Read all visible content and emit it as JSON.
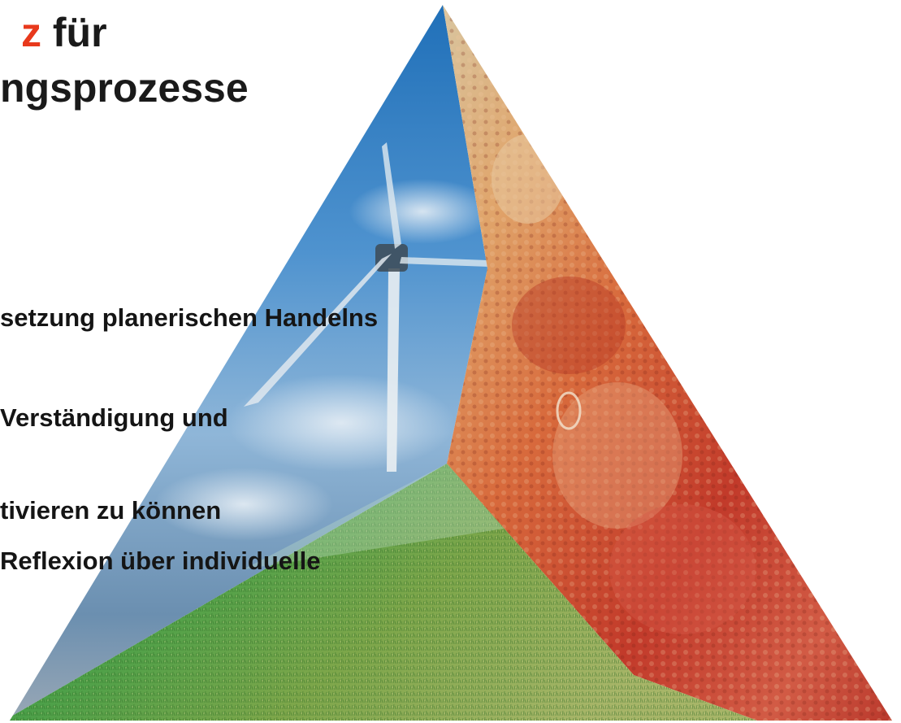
{
  "title": {
    "line1_accent": "z",
    "line1_rest": " für",
    "line2": "ngsprozesse"
  },
  "body_lines": [
    "setzung planerischen Handelns",
    "Verständigung und",
    "tivieren zu können",
    "Reflexion über individuelle"
  ],
  "colors": {
    "accent": "#e8391c",
    "text": "#151515",
    "sky_blue": "#3a86c8",
    "grass_green": "#2f9a3c",
    "people_red": "#c8402a"
  },
  "graphic": {
    "pyramid_segments": [
      "wind-turbine-sky-photo",
      "people-crowd-photo",
      "grass-meadow-photo"
    ]
  }
}
